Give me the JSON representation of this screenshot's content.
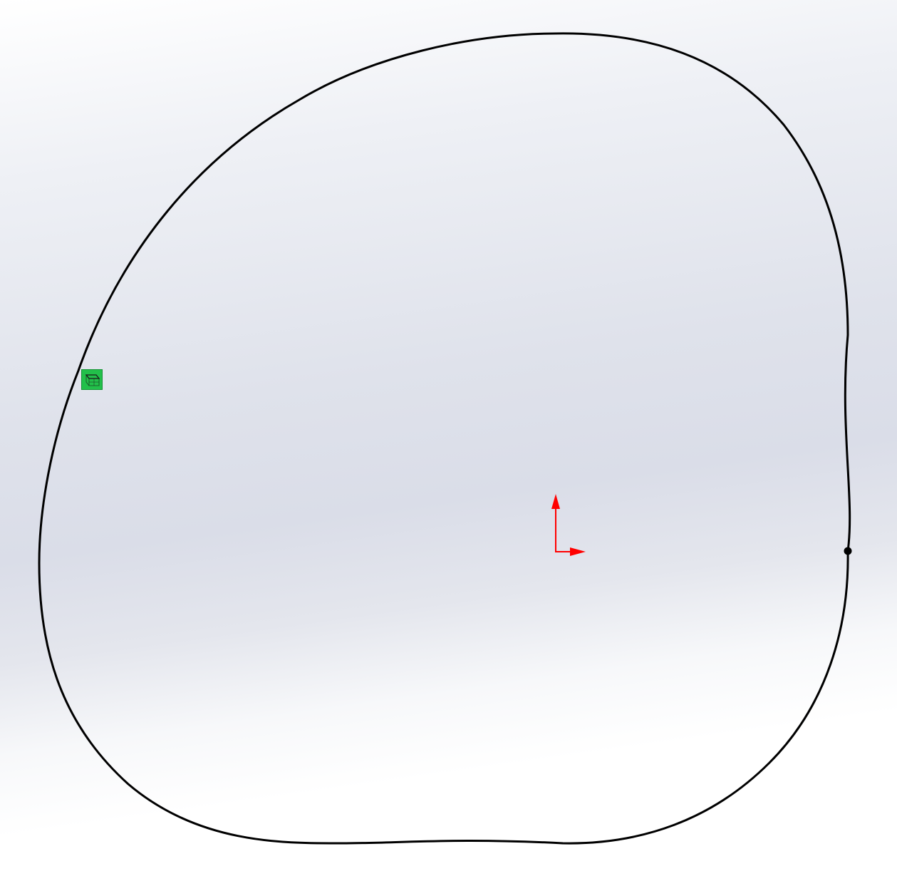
{
  "viewport": {
    "view": "sketch",
    "background_top_color": "#ffffff",
    "background_mid_color": "#dadde8",
    "background_bottom_color": "#ffffff"
  },
  "sketch": {
    "entity": "closed-spline",
    "stroke_color": "#000000",
    "endpoint": "spline-endpoint"
  },
  "origin": {
    "color": "#ff0000",
    "axes": [
      "x-axis-arrow",
      "y-axis-arrow"
    ]
  },
  "relation_marker": {
    "icon": "fixed-relation-icon",
    "color": "#22c04a"
  }
}
